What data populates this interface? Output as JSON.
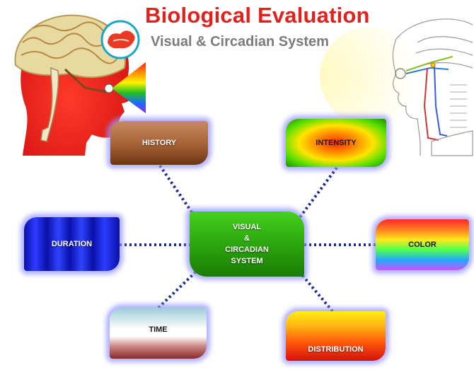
{
  "header": {
    "title": "Biological Evaluation",
    "subtitle": "Visual & Circadian System"
  },
  "diagram": {
    "center": {
      "line1": "VISUAL",
      "line2": "&",
      "line3": "CIRCADIAN",
      "line4": "SYSTEM"
    },
    "nodes": {
      "history": "HISTORY",
      "intensity": "INTENSITY",
      "duration": "DURATION",
      "color": "COLOR",
      "time": "TIME",
      "distribution": "DISTRIBUTION"
    }
  },
  "illustrations": {
    "left": "head-brain-icon",
    "right": "visual-pathway-sketch-icon"
  },
  "colors": {
    "title": "#e0211d",
    "subtitle": "#7b7b7b",
    "connector": "#1f2a8c",
    "glow": "#9696ff"
  }
}
